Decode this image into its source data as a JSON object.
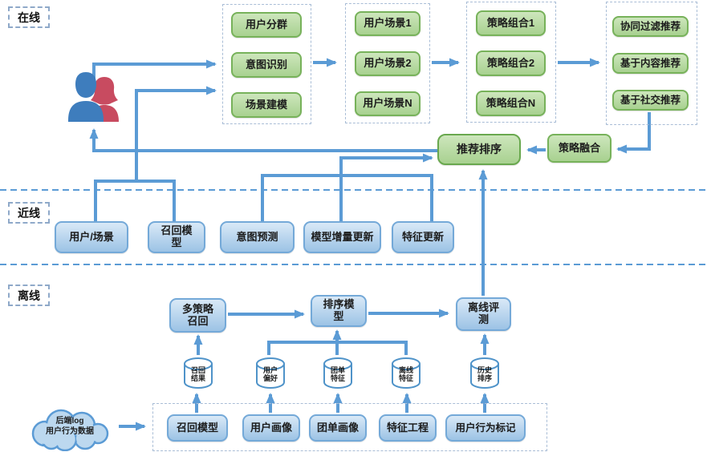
{
  "diagram": {
    "layers": [
      {
        "id": "online",
        "label": "在线"
      },
      {
        "id": "nearline",
        "label": "近线"
      },
      {
        "id": "offline",
        "label": "离线"
      }
    ],
    "online": {
      "group1": [
        "用户分群",
        "意图识别",
        "场景建模"
      ],
      "group2": [
        "用户场景1",
        "用户场景2",
        "用户场景N"
      ],
      "group3": [
        "策略组合1",
        "策略组合2",
        "策略组合N"
      ],
      "group4": [
        "协同过滤推荐",
        "基于内容推荐",
        "基于社交推荐"
      ],
      "rank": "推荐排序",
      "fusion": "策略融合"
    },
    "nearline": {
      "items": [
        "用户/场景",
        "召回模\n型",
        "意图预测",
        "模型增量更新",
        "特征更新"
      ]
    },
    "offline": {
      "recall": "多策略\n召回",
      "rank_model": "排序模\n型",
      "evaluation": "离线评\n测",
      "stores": [
        "召回\n结果",
        "用户\n偏好",
        "团单\n特征",
        "离线\n特征",
        "历史\n排序"
      ],
      "jobs": [
        "召回模型",
        "用户画像",
        "团单画像",
        "特征工程",
        "用户行为标记"
      ],
      "cloud": "后端log\n用户行为数据"
    },
    "colors": {
      "accent_blue": "#5b9bd5",
      "green_fill": "#b7d9a4",
      "green_border": "#77b25a",
      "blue_fill": "#9cc3e5",
      "blue_border": "#74a9d8",
      "user_icon_blue": "#3e7dbd",
      "user_icon_red": "#c84b60"
    }
  }
}
